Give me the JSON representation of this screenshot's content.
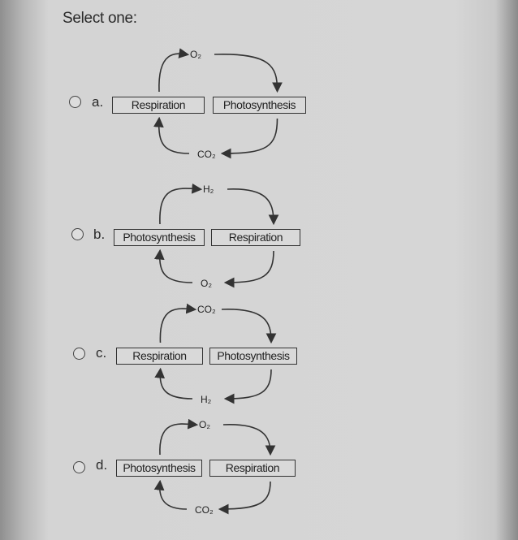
{
  "prompt": "Select one:",
  "options": [
    {
      "letter": "a.",
      "left_box": "Respiration",
      "right_box": "Photosynthesis",
      "top_label": "O₂",
      "bottom_label": "CO₂"
    },
    {
      "letter": "b.",
      "left_box": "Photosynthesis",
      "right_box": "Respiration",
      "top_label": "H₂",
      "bottom_label": "O₂"
    },
    {
      "letter": "c.",
      "left_box": "Respiration",
      "right_box": "Photosynthesis",
      "top_label": "CO₂",
      "bottom_label": "H₂"
    },
    {
      "letter": "d.",
      "left_box": "Photosynthesis",
      "right_box": "Respiration",
      "top_label": "O₂",
      "bottom_label": "CO₂"
    }
  ]
}
